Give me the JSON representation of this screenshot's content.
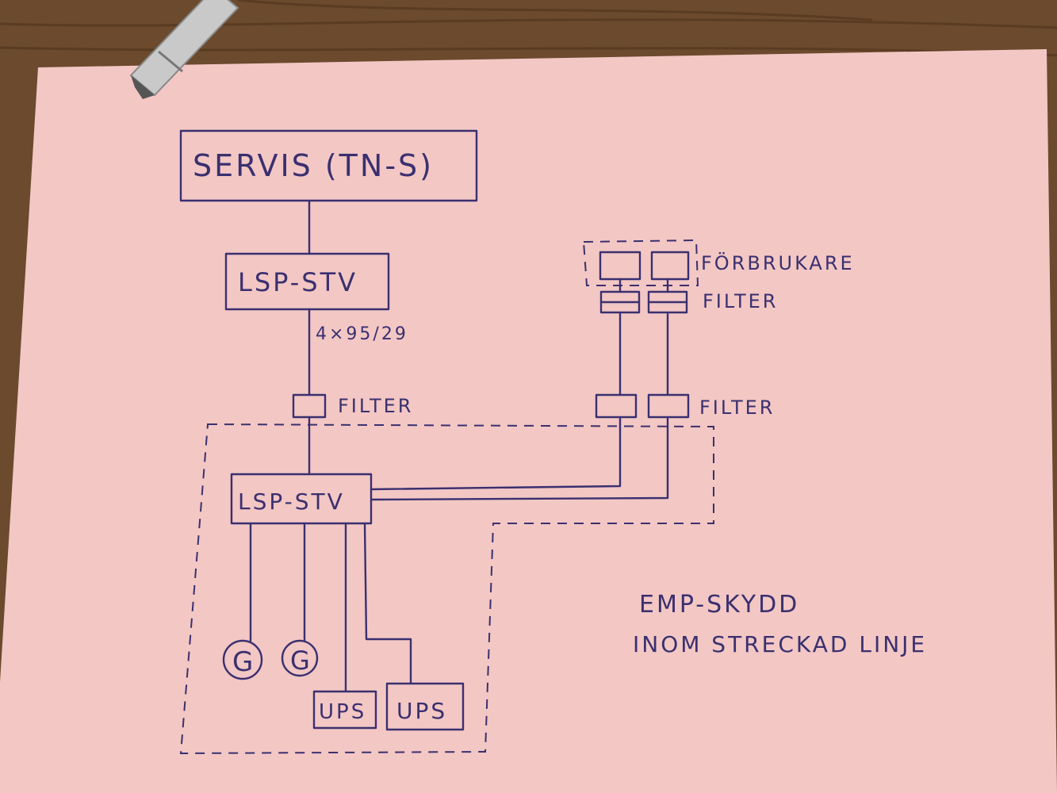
{
  "colors": {
    "table": "#6b4a2e",
    "paper": "#f3c7c4",
    "ink": "#3a3070"
  },
  "diagram": {
    "servis_label": "SERVIS (TN-S)",
    "upper_panel_label": "LSP-STV",
    "cable_label": "4×95/29",
    "filter_main_label": "FILTER",
    "lower_panel_label": "LSP-STV",
    "consumer_label": "FÖRBRUKARE",
    "filter_consumer_label": "FILTER",
    "filter_right_label": "FILTER",
    "generator_1_label": "G",
    "generator_2_label": "G",
    "ups_1_label": "UPS",
    "ups_2_label": "UPS",
    "note_line_1": "EMP-SKYDD",
    "note_line_2": "INOM STRECKAD LINJE"
  },
  "icons": {
    "pen": "pen-icon"
  }
}
